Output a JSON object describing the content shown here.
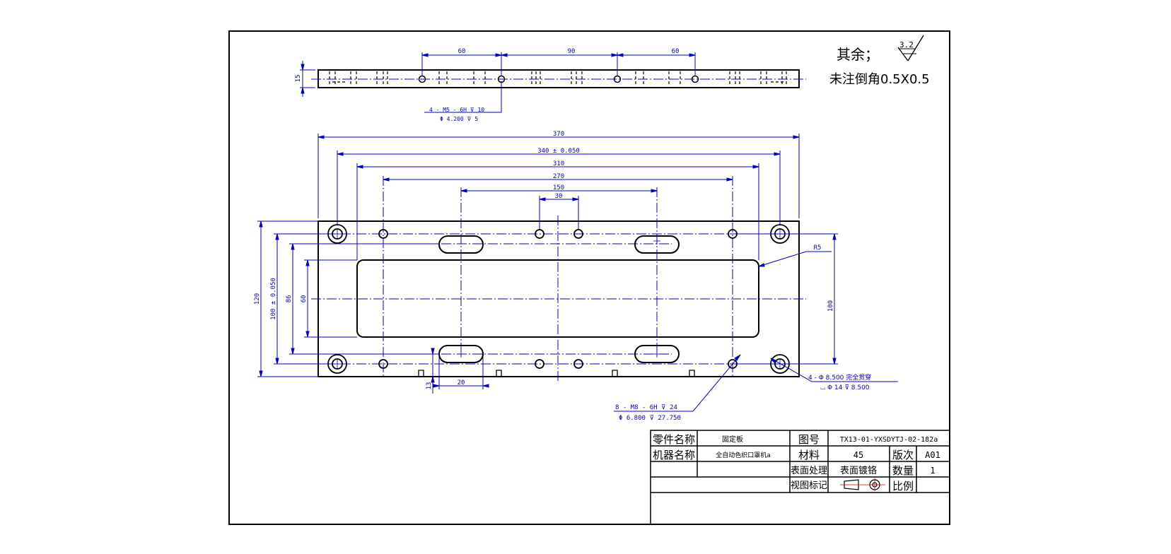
{
  "notes": {
    "other_label": "其余；",
    "roughness": "3.2",
    "chamfer_note": "未注倒角0.5X0.5"
  },
  "top_view": {
    "dim_60a": "60",
    "dim_90": "90",
    "dim_60b": "60",
    "dim_15": "15",
    "thread_callout_1": "4 - M5 - 6H ⊽ 10",
    "thread_callout_2": "Φ 4.200 ⊽ 5"
  },
  "main_view": {
    "dim_370": "370",
    "dim_340": "340 ± 0.050",
    "dim_310": "310",
    "dim_270": "270",
    "dim_150": "150",
    "dim_30": "30",
    "dim_120": "120",
    "dim_100_tol": "100 ± 0.050",
    "dim_86": "86",
    "dim_60": "60",
    "dim_100": "100",
    "dim_r5": "R5",
    "dim_13": "13",
    "dim_20": "20",
    "hole_callout_1": "4 - Φ 8.500 完全贯穿",
    "hole_callout_2": "⌴ Φ 14 ⊽ 8.500",
    "thread_callout_1": "8 - M8 - 6H ⊽ 24",
    "thread_callout_2": "Φ 6.800 ⊽ 27.750"
  },
  "title_block": {
    "part_name_label": "零件名称",
    "part_name_value": "固定板",
    "drawing_no_label": "图号",
    "drawing_no_value": "TX13-01-YXSDYTJ-02-182a",
    "machine_name_label": "机器名称",
    "machine_name_value": "全自动色织口罩机a",
    "material_label": "材料",
    "material_value": "45",
    "version_label": "版次",
    "version_value": "A01",
    "surface_label": "表面处理",
    "surface_value": "表面镀铬",
    "quantity_label": "数量",
    "quantity_value": "1",
    "view_mark_label": "视图标记",
    "scale_label": "比例",
    "scale_value": ""
  }
}
